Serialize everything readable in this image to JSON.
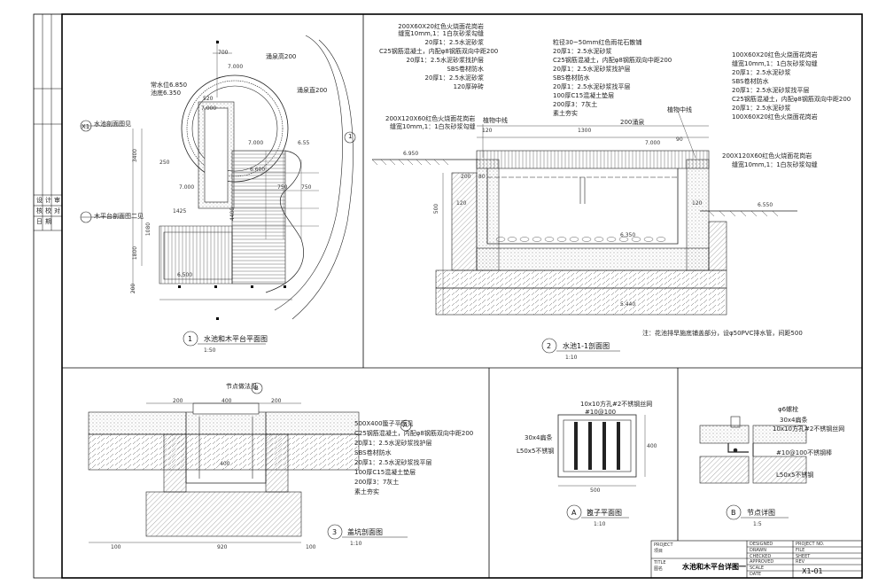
{
  "plan": {
    "title_num": "1",
    "title": "水池和木平台平面图",
    "scale": "1:50",
    "labels": {
      "water_level": "常水位6.850",
      "pool_bottom": "池底6.350",
      "spray_height": "涌泉高200",
      "spray_dia": "涌泉直200",
      "section_a": "水池剖面图见",
      "section_b": "木平台剖面图二见",
      "ref1": "1",
      "ref_sheet": "X1"
    },
    "elev": {
      "e1": "7.000",
      "e2": "7.000",
      "e3": "7.000",
      "e4": "6.600",
      "e5": "6.55",
      "e6": "7.000"
    },
    "dims": {
      "d1": "700",
      "d2": "520",
      "d3": "3400",
      "d4": "4400",
      "d5": "1425",
      "d6": "6,500",
      "d7": "1080",
      "d8": "750",
      "d9": "750",
      "d10": "1800",
      "d11": "200",
      "d12": "250"
    }
  },
  "section": {
    "title_num": "2",
    "title": "水池1-1剖面图",
    "scale": "1:10",
    "left_notes": [
      "200X60X20红色火烧面花岗岩",
      "缝宽10mm,1：1白灰砂浆勾缝",
      "20厚1：2.5水泥砂浆",
      "C25钢筋混凝土，内配φ8钢筋双向中距200",
      "20厚1：2.5水泥砂浆找护层",
      "SBS卷材防水",
      "20厚1：2.5水泥砂浆",
      "120厚碎砖"
    ],
    "left_notes2": [
      "200X120X60红色火烧面花岗岩",
      "缝宽10mm,1：1白灰砂浆勾缝"
    ],
    "center_notes": [
      "粒径30~50mm红色雨花石散铺",
      "20厚1：2.5水泥砂浆",
      "C25钢筋混凝土，内配φ8钢筋双向中距200",
      "20厚1：2.5水泥砂浆找护层",
      "SBS卷材防水",
      "20厚1：2.5水泥砂浆找平层",
      "100厚C15混凝土垫层",
      "200厚3：7灰土",
      "素土夯实"
    ],
    "right_notes": [
      "100X60X20红色火烧面花岗岩",
      "缝宽10mm,1：1白灰砂浆勾缝",
      "20厚1：2.5水泥砂浆",
      "SBS卷材防水",
      "20厚1：2.5水泥砂浆找平层",
      "C25钢筋混凝土，内配φ8钢筋双向中距200",
      "20厚1：2.5水泥砂浆",
      "100X60X20红色火烧面花岗岩"
    ],
    "right_notes2": [
      "200X120X60红色火烧面花岗岩",
      "缝宽10mm,1：1白灰砂浆勾缝"
    ],
    "plant_line": "植物中线",
    "plant_line2": "植物中线",
    "spray": "200涌泉",
    "note": "注：花池排旱施底铺盖部分，设φ50PVC排水管，间距500",
    "elev": {
      "e1": "6.950",
      "e2": "7.000",
      "e3": "6.550",
      "e4": "6.350",
      "e5": "5.440"
    },
    "dims": {
      "d1": "120",
      "d2": "200",
      "d3": "1300",
      "d4": "90",
      "d5": "120",
      "d6": "120",
      "d7": "500",
      "d8": "80"
    }
  },
  "drain": {
    "title_num": "3",
    "title": "盖坑剖面图",
    "scale": "1:10",
    "top_label": "节点做法见",
    "top_ref": "B",
    "ref_a": "A",
    "notes": [
      "500X400篦子平面见",
      "C25钢筋混凝土，内配φ8钢筋双向中距200",
      "20厚1：2.5水泥砂浆找护层",
      "SBS卷材防水",
      "20厚1：2.5水泥砂浆找平层",
      "100厚C15混凝土垫层",
      "200厚3：7灰土",
      "素土夯实"
    ],
    "dims": {
      "d1": "400",
      "d2": "200",
      "d3": "200",
      "d4": "400",
      "d5": "100",
      "d6": "920",
      "d7": "100"
    }
  },
  "grate": {
    "title_num": "A",
    "title": "篦子平面图",
    "scale": "1:10",
    "notes": [
      "10x10方孔#2不锈钢丝网",
      "#10@100",
      "30x4扁条",
      "L50x5不锈钢"
    ],
    "dims": {
      "w": "500",
      "h": "400"
    }
  },
  "detail": {
    "title_num": "B",
    "title": "节点详图",
    "scale": "1:5",
    "notes": [
      "φ6螺栓",
      "30x4扁条",
      "10x10方孔#2不锈钢丝网",
      "#10@100不锈钢棒",
      "L50x5不锈钢"
    ]
  },
  "titleblock": {
    "project_lbl": "PROJECT",
    "project_cn": "项目",
    "title_lbl": "TITLE",
    "title_cn": "图名",
    "drawing_title": "水池和木平台详图一",
    "sheet_no": "X1-01",
    "small": [
      "DESIGNED",
      "DRAWN",
      "CHECKED",
      "APPROVED",
      "SCALE",
      "DATE",
      "PROJECT NO.",
      "FILE",
      "SHEET",
      "REV"
    ]
  },
  "sidebar": {
    "cells": [
      "设",
      "计",
      "审",
      "核",
      "校",
      "对",
      "日",
      "期"
    ]
  }
}
